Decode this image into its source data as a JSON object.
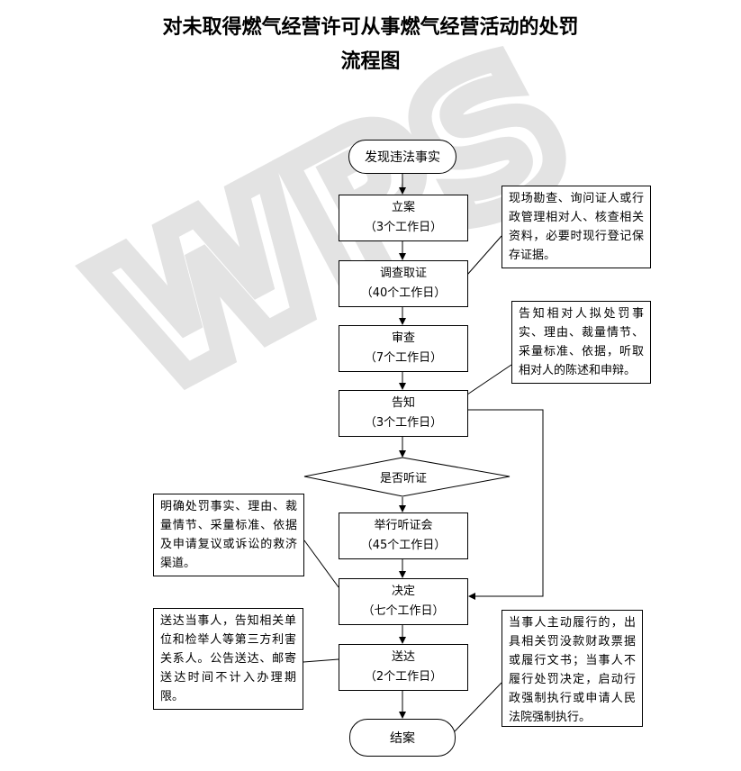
{
  "title": {
    "line1": "对未取得燃气经营许可从事燃气经营活动的处罚",
    "line2": "流程图"
  },
  "watermark": "WPS",
  "nodes": {
    "start": "发现违法事实",
    "filing": {
      "name": "立案",
      "days": "（3个工作日）"
    },
    "investigate": {
      "name": "调查取证",
      "days": "（40个工作日）"
    },
    "review": {
      "name": "审查",
      "days": "（7个工作日）"
    },
    "notify": {
      "name": "告知",
      "days": "（3个工作日）"
    },
    "decision_diamond": "是否听证",
    "hearing": {
      "name": "举行听证会",
      "days": "（45个工作日）"
    },
    "decide": {
      "name": "决定",
      "days": "（七个工作日）"
    },
    "deliver": {
      "name": "送达",
      "days": "（2个工作日）"
    },
    "end": "结案"
  },
  "notes": {
    "investigate_note": "现场勘查、询问证人或行政管理相对人、核查相关资料，必要时现行登记保存证据。",
    "notify_note": "告知相对人拟处罚事实、理由、裁量情节、采量标准、依据，听取相对人的陈述和申辩。",
    "decide_note": "明确处罚事实、理由、裁量情节、采量标准、依据及申请复议或诉讼的救济渠道。",
    "deliver_note": "送达当事人，告知相关单位和检举人等第三方利害关系人。公告送达、邮寄送达时间不计入办理期限。",
    "end_note": "当事人主动履行的，出具相关罚没款财政票据或履行文书；当事人不履行处罚决定，启动行政强制执行或申请人民法院强制执行。"
  },
  "colors": {
    "line": "#000000",
    "watermark": "#e6e6e6"
  }
}
